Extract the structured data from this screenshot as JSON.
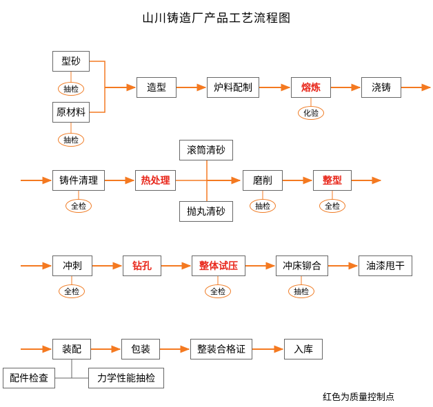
{
  "title": "山川铸造厂产品工艺流程图",
  "note": "红色为质量控制点",
  "colors": {
    "arrow": "#f47920",
    "critical": "#e8271b",
    "line": "#f47920",
    "connector": "#f47920"
  },
  "rows": [
    {
      "steps": [
        {
          "label": "型砂",
          "critical": false
        },
        {
          "label": "原材料",
          "critical": false
        },
        {
          "label": "造型",
          "critical": false
        },
        {
          "label": "炉料配制",
          "critical": false
        },
        {
          "label": "熔炼",
          "critical": true
        },
        {
          "label": "浇铸",
          "critical": false
        }
      ],
      "checks": [
        "抽检",
        "抽检",
        "化验"
      ]
    },
    {
      "steps": [
        {
          "label": "铸件清理",
          "critical": false
        },
        {
          "label": "热处理",
          "critical": true
        },
        {
          "label": "滚筒清砂",
          "critical": false
        },
        {
          "label": "抛丸清砂",
          "critical": false
        },
        {
          "label": "磨削",
          "critical": false
        },
        {
          "label": "整型",
          "critical": true
        }
      ],
      "checks": [
        "全检",
        "抽检",
        "全检"
      ]
    },
    {
      "steps": [
        {
          "label": "冲刺",
          "critical": false
        },
        {
          "label": "钻孔",
          "critical": true
        },
        {
          "label": "整体试压",
          "critical": true
        },
        {
          "label": "冲床铆合",
          "critical": false
        },
        {
          "label": "油漆甩干",
          "critical": false
        }
      ],
      "checks": [
        "全检",
        "全检",
        "抽检"
      ]
    },
    {
      "steps": [
        {
          "label": "装配",
          "critical": false
        },
        {
          "label": "包装",
          "critical": false
        },
        {
          "label": "整装合格证",
          "critical": false
        },
        {
          "label": "入库",
          "critical": false
        },
        {
          "label": "配件检查",
          "critical": false
        },
        {
          "label": "力学性能抽检",
          "critical": false
        }
      ],
      "checks": []
    }
  ]
}
